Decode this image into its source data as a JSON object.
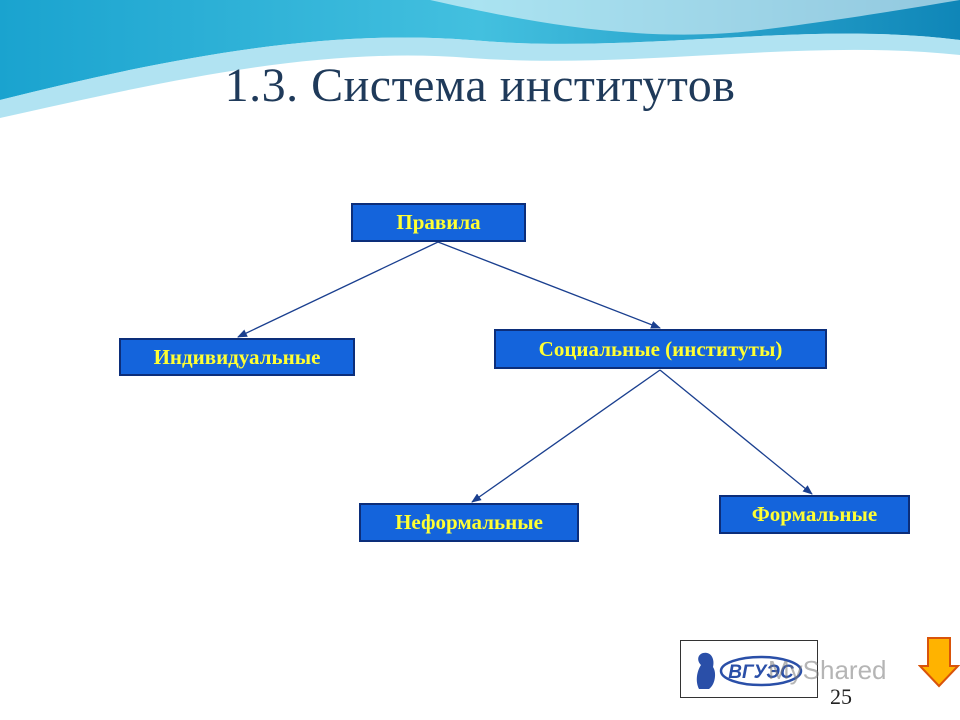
{
  "slide": {
    "title": "1.3. Система институтов",
    "page_number": "25",
    "watermark": "MyShared",
    "logo_text": "ВГУЭС"
  },
  "diagram": {
    "nodes": {
      "root": "Правила",
      "individual": "Индивидуальные",
      "social": "Социальные (институты)",
      "informal": "Неформальные",
      "formal": "Формальные"
    },
    "edges": [
      [
        "root",
        "individual"
      ],
      [
        "root",
        "social"
      ],
      [
        "social",
        "informal"
      ],
      [
        "social",
        "formal"
      ]
    ]
  },
  "colors": {
    "node_fill": "#1464dc",
    "node_text": "#ffff33",
    "edge": "#1a3f8f",
    "title": "#1f3a5a",
    "wave_light": "#3fb6d9",
    "wave_dark": "#0f7fb0"
  }
}
